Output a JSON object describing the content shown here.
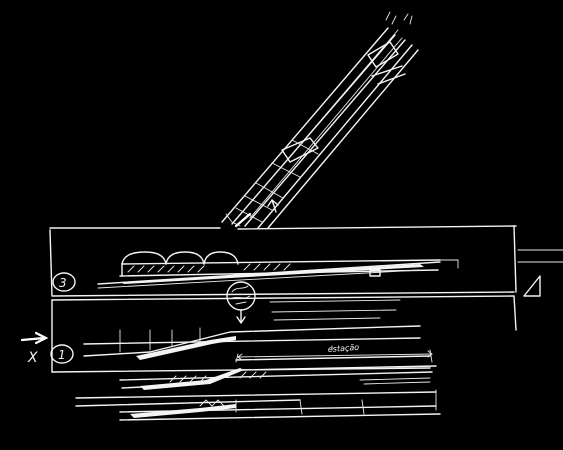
{
  "sketch": {
    "labels": {
      "upper_section_number": "3",
      "lower_section_number": "1",
      "annotation_span": "estação",
      "lower_cross_mark": "X"
    },
    "colors": {
      "background": "#000000",
      "ink": "#f4f4f4"
    }
  }
}
